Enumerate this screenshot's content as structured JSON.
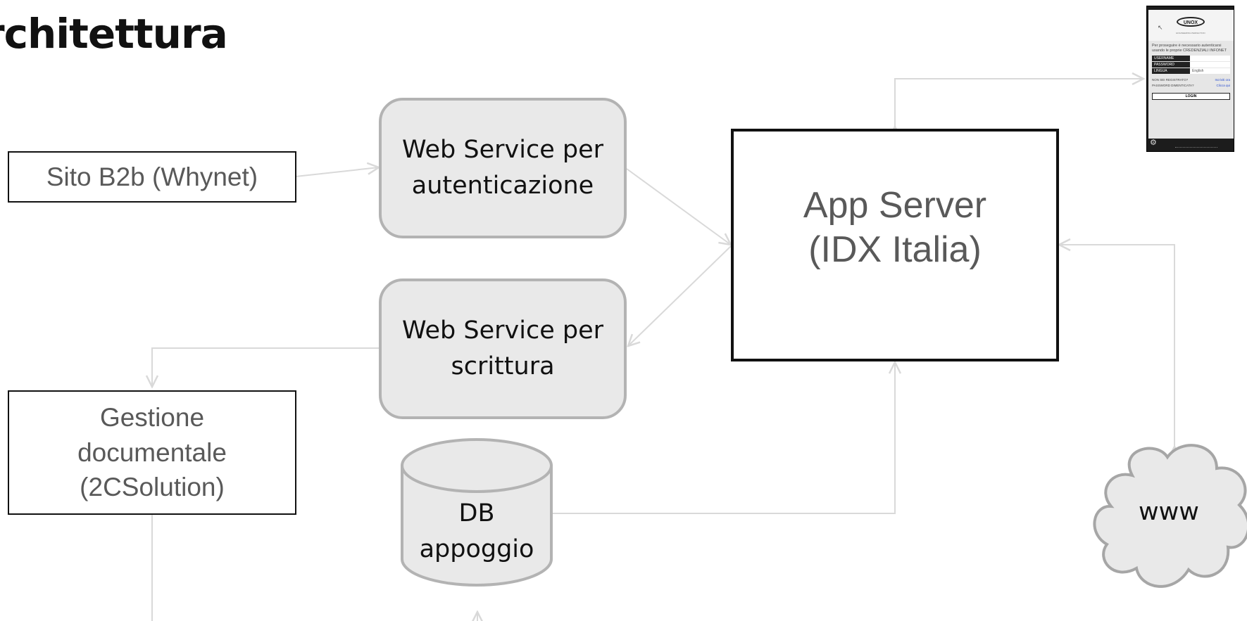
{
  "title": "rchitettura",
  "nodes": {
    "sito_b2b": "Sito B2b (Whynet)",
    "ws_auth": "Web Service per\nautenticazione",
    "ws_write": "Web Service per\nscrittura",
    "gestione_doc": "Gestione\ndocumentale\n(2CSolution)",
    "db": "DB\nappoggio",
    "app_server": "App Server\n(IDX Italia)",
    "www": "www"
  },
  "phone": {
    "brand": "UNOX",
    "tagline": "ENGINEERING PERFECTION",
    "intro": "Per proseguire è necessario autenticarsi usando le proprie CREDENZIALI INFONET",
    "fields": [
      {
        "label": "USERNAME",
        "value": ""
      },
      {
        "label": "PASSWORD",
        "value": ""
      },
      {
        "label": "LINGUA",
        "value": "English"
      }
    ],
    "not_registered": "NON SEI REGISTRATO?",
    "register_link": "Iscriviti ora",
    "forgot": "PASSWORD DIMENTICATA?",
    "forgot_link": "Clicca qui",
    "login_button": "LOGIN"
  }
}
